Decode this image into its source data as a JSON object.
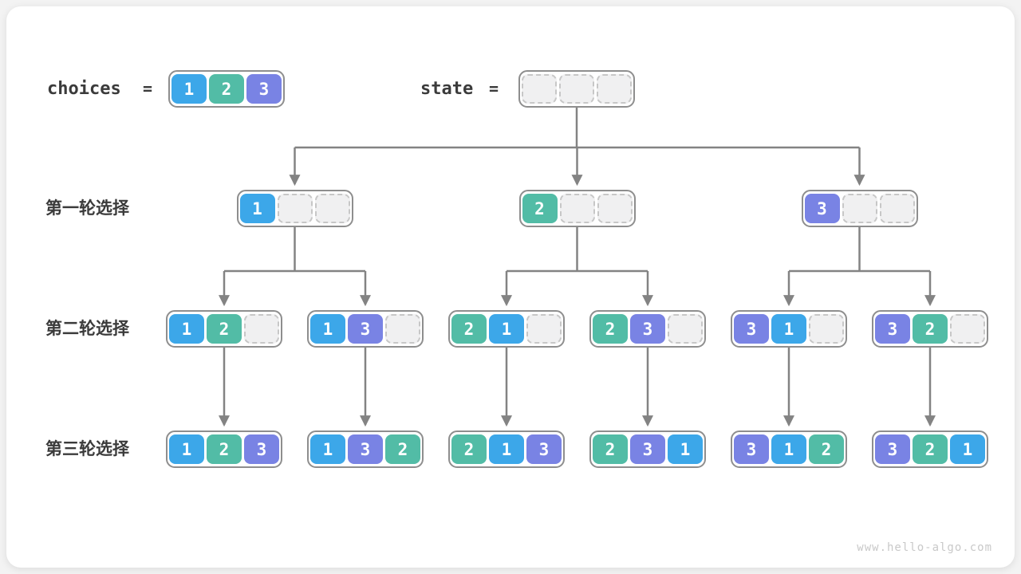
{
  "colors": {
    "1": "#3ca7e9",
    "2": "#52bca6",
    "3": "#7983e4",
    "arrow": "#838383",
    "node_border": "#8e8e8e"
  },
  "header": {
    "choices_label": "choices",
    "equals": "=",
    "choices": [
      1,
      2,
      3
    ],
    "state_label": "state",
    "state": [
      null,
      null,
      null
    ]
  },
  "rows": [
    {
      "label": "第一轮选择",
      "nodes": [
        [
          1,
          null,
          null
        ],
        [
          2,
          null,
          null
        ],
        [
          3,
          null,
          null
        ]
      ]
    },
    {
      "label": "第二轮选择",
      "nodes": [
        [
          1,
          2,
          null
        ],
        [
          1,
          3,
          null
        ],
        [
          2,
          1,
          null
        ],
        [
          2,
          3,
          null
        ],
        [
          3,
          1,
          null
        ],
        [
          3,
          2,
          null
        ]
      ]
    },
    {
      "label": "第三轮选择",
      "nodes": [
        [
          1,
          2,
          3
        ],
        [
          1,
          3,
          2
        ],
        [
          2,
          1,
          3
        ],
        [
          2,
          3,
          1
        ],
        [
          3,
          1,
          2
        ],
        [
          3,
          2,
          1
        ]
      ]
    }
  ],
  "watermark": "www.hello-algo.com"
}
